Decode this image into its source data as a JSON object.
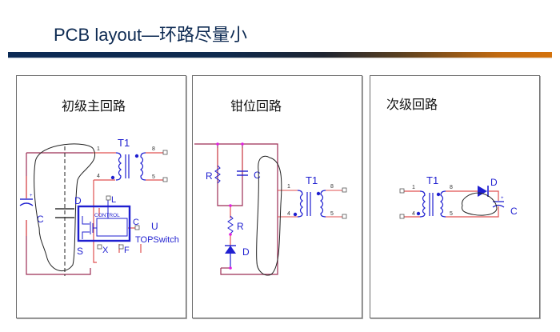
{
  "slide": {
    "title": "PCB layout—环路尽量小"
  },
  "panels": [
    {
      "title": "初级主回路",
      "labels": {
        "transformer": "T1",
        "pin1": "1",
        "pin4": "4",
        "pin8": "8",
        "pin5": "5",
        "cap": "C",
        "drain": "D",
        "source": "S",
        "pin_l": "L",
        "pin_c": "C",
        "pin_x": "X",
        "pin_f": "F",
        "control": "CONTROL",
        "designator": "U",
        "part": "TOPSwitch"
      }
    },
    {
      "title": "钳位回路",
      "labels": {
        "resistor1": "R",
        "cap": "C",
        "resistor2": "R",
        "diode": "D",
        "transformer": "T1",
        "pin1": "1",
        "pin4": "4",
        "pin8": "8",
        "pin5": "5"
      }
    },
    {
      "title": "次级回路",
      "labels": {
        "transformer": "T1",
        "pin1": "1",
        "pin4": "4",
        "pin8": "8",
        "pin5": "5",
        "diode": "D",
        "cap": "C"
      }
    }
  ],
  "colors": {
    "title": "#0d2a52",
    "wire_primary": "#9c2d55",
    "wire_secondary": "#e05050",
    "component": "#1f1fd0",
    "node": "#e020e0",
    "loop": "#222222"
  }
}
